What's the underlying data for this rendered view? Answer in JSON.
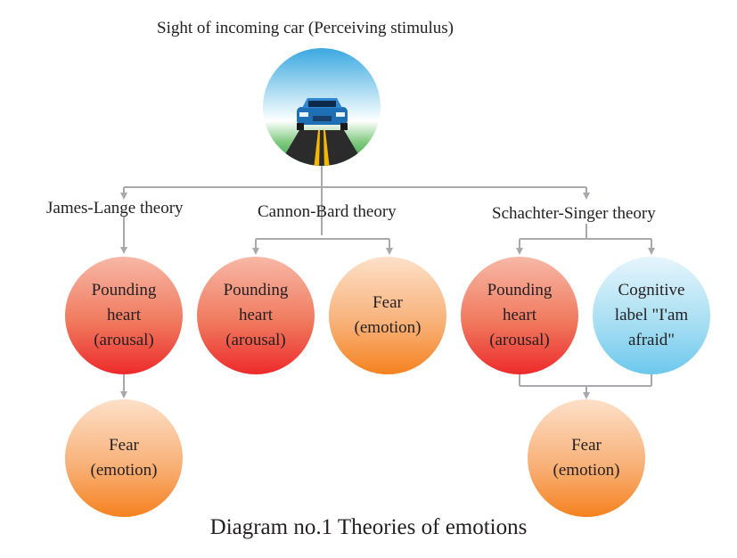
{
  "stimulus": {
    "title": "Sight of incoming car (Perceiving stimulus)",
    "image_icon": "car-on-road-icon"
  },
  "theories": {
    "james_lange": {
      "title": "James-Lange theory",
      "arousal": [
        "Pounding",
        "heart",
        "(arousal)"
      ],
      "emotion": [
        "Fear",
        "(emotion)"
      ]
    },
    "cannon_bard": {
      "title": "Cannon-Bard theory",
      "arousal": [
        "Pounding",
        "heart",
        "(arousal)"
      ],
      "emotion": [
        "Fear",
        "(emotion)"
      ]
    },
    "schachter_singer": {
      "title": "Schachter-Singer theory",
      "arousal": [
        "Pounding",
        "heart",
        "(arousal)"
      ],
      "cognition": [
        "Cognitive",
        "label \"I'am",
        "afraid\""
      ],
      "emotion": [
        "Fear",
        "(emotion)"
      ]
    }
  },
  "colors": {
    "arousal": "#ed2a2b",
    "emotion": "#f58220",
    "cognition": "#6dc8ec",
    "connector": "#a7a9ac"
  },
  "caption": "Diagram no.1 Theories of emotions"
}
